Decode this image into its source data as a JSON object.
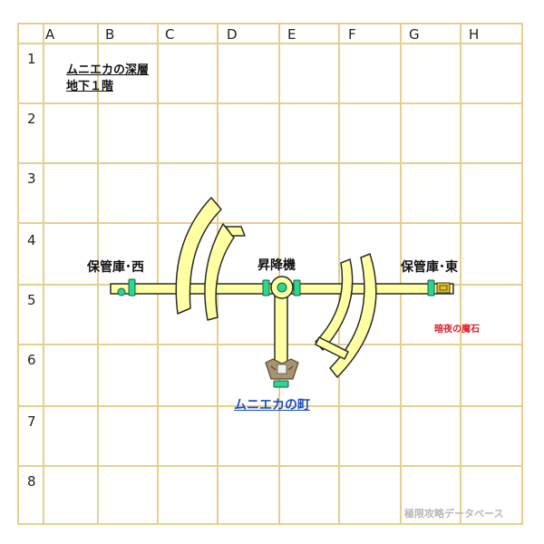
{
  "grid": {
    "columns": [
      "A",
      "B",
      "C",
      "D",
      "E",
      "F",
      "G",
      "H"
    ],
    "rows": [
      "1",
      "2",
      "3",
      "4",
      "5",
      "6",
      "7",
      "8"
    ],
    "line_color": "#e6cf8f"
  },
  "title": {
    "line1": "ムニエカの深層",
    "line2": "地下１階"
  },
  "labels": {
    "storage_west": "保管庫･西",
    "elevator": "昇降機",
    "storage_east": "保管庫･東",
    "town": "ムニエカの町",
    "dark_night_stone": "暗夜の魔石"
  },
  "credit": "極限攻略データベース",
  "colors": {
    "corridor_fill": "#ffffa4",
    "corridor_stroke": "#2a2a2a",
    "door": "#2cd68f",
    "town_link": "#1a4fc4",
    "item_text": "#e0202a",
    "chest": "#e8c020"
  },
  "icons": [
    "elevator-icon",
    "door-icon",
    "chest-icon",
    "town-exit-icon"
  ]
}
